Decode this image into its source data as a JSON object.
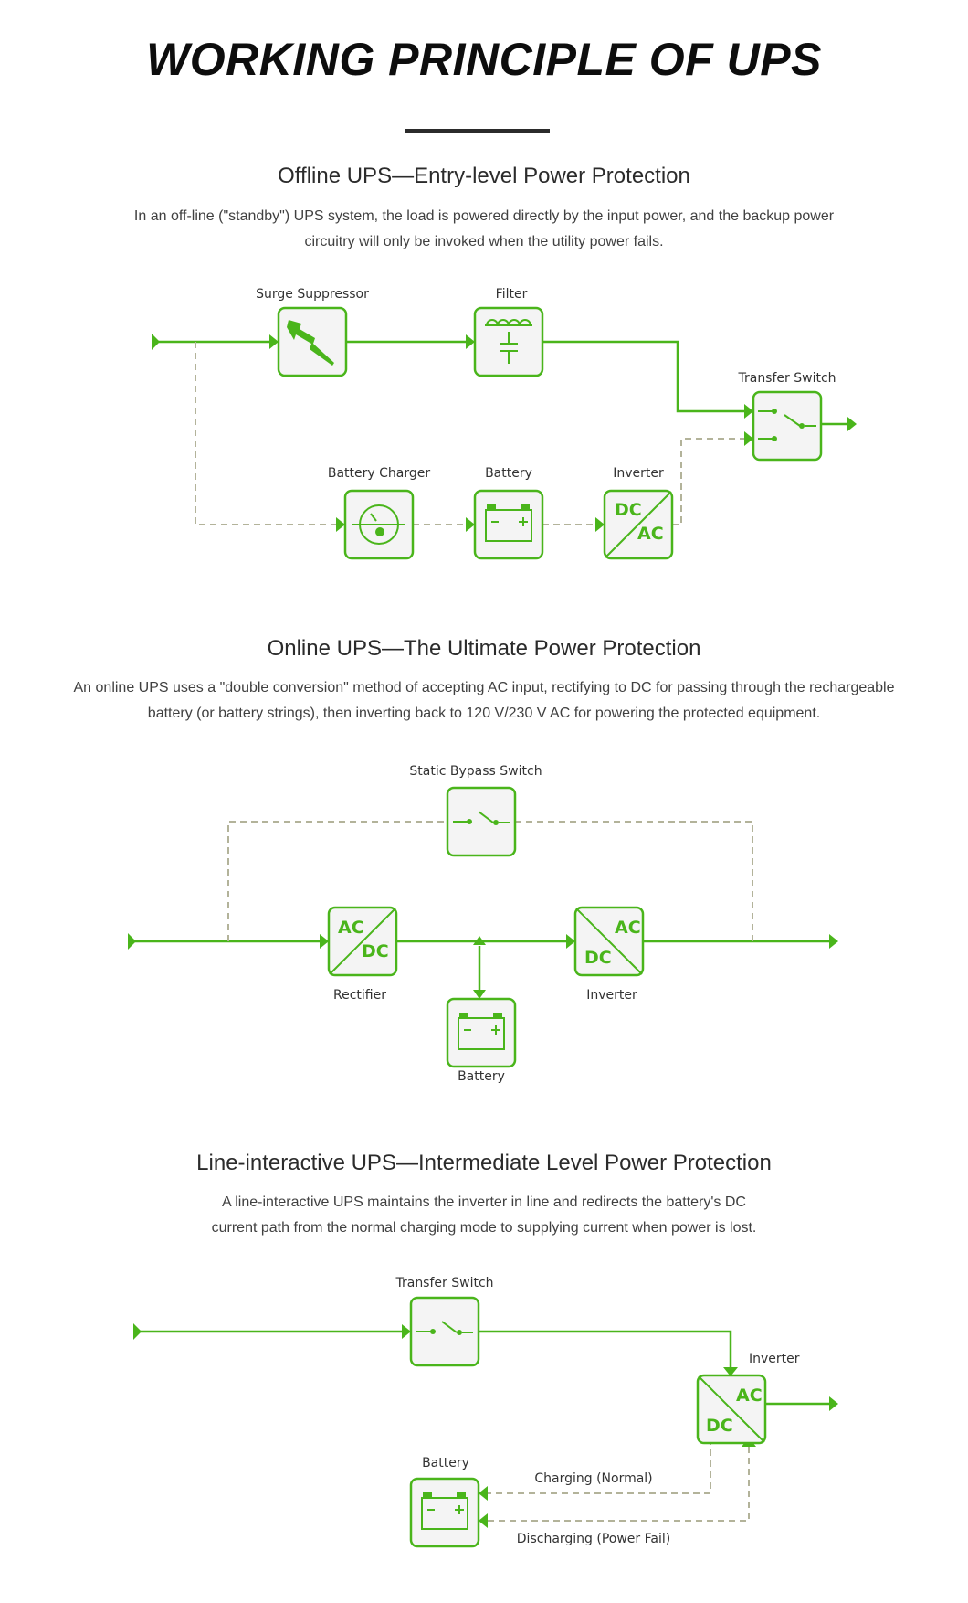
{
  "page": {
    "title": "WORKING PRINCIPLE OF UPS"
  },
  "offline": {
    "title": "Offline UPS—Entry-level Power Protection",
    "desc_line1": "In an off-line (\"standby\") UPS system, the load is powered directly by the input power, and the backup power",
    "desc_line2": "circuitry will only be invoked when the utility power fails.",
    "labels": {
      "surge": "Surge Suppressor",
      "filter": "Filter",
      "transfer": "Transfer Switch",
      "charger": "Battery Charger",
      "battery": "Battery",
      "inverter": "Inverter"
    },
    "inverter_top": "DC",
    "inverter_bottom": "AC"
  },
  "online": {
    "title": "Online UPS—The Ultimate Power Protection",
    "desc_line1": "An online UPS uses a \"double conversion\" method of accepting AC input, rectifying to DC for passing through the rechargeable",
    "desc_line2": "battery (or battery strings), then inverting back to 120 V/230 V AC for powering the protected equipment.",
    "labels": {
      "bypass": "Static Bypass Switch",
      "rectifier": "Rectifier",
      "inverter": "Inverter",
      "battery": "Battery"
    },
    "rectifier_top": "AC",
    "rectifier_bottom": "DC",
    "inverter_top": "AC",
    "inverter_bottom": "DC"
  },
  "interactive": {
    "title": "Line-interactive UPS—Intermediate Level Power Protection",
    "desc_line1": "A line-interactive UPS maintains the inverter in line and redirects the battery's DC",
    "desc_line2": "current path from the normal charging mode to supplying current when power is lost.",
    "labels": {
      "transfer": "Transfer Switch",
      "inverter": "Inverter",
      "battery": "Battery",
      "charging": "Charging (Normal)",
      "discharging": "Discharging (Power Fail)"
    },
    "inverter_top": "AC",
    "inverter_bottom": "DC"
  },
  "colors": {
    "accent": "#4ab51b",
    "dashed": "#b3b39a",
    "box_fill": "#f4f4f4"
  }
}
